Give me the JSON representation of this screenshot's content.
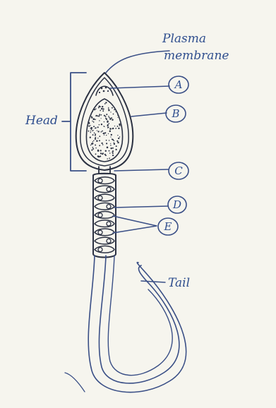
{
  "labels": {
    "plasma_line1": "Plasma",
    "plasma_line2": "membrane",
    "head": "Head",
    "tail": "Tail",
    "a": "A",
    "b": "B",
    "c": "C",
    "d": "D",
    "e": "E"
  },
  "colors": {
    "ink_blue": "#2f4e8e",
    "ink_dark": "#2b3142",
    "paper": "#f6f5ee"
  }
}
